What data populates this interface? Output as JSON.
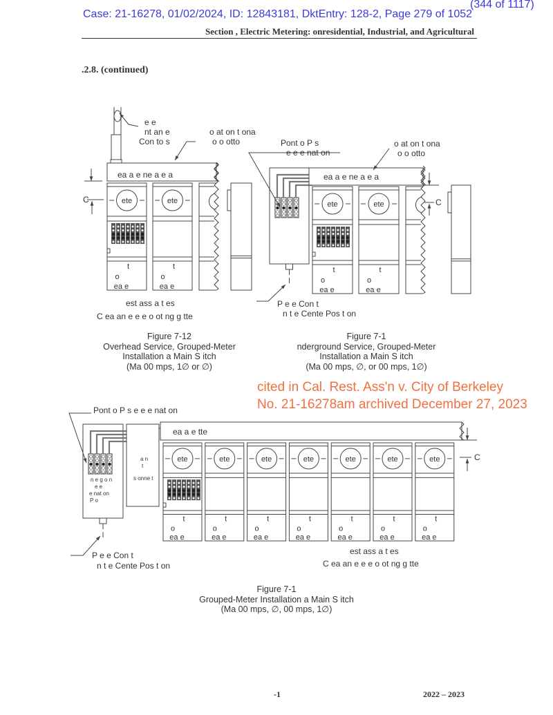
{
  "header": {
    "case_line": "Case: 21-16278, 01/02/2024, ID: 12843181, DktEntry: 128-2, Page 279 of 1052",
    "page_count": "(344 of 1117)",
    "section_title": "Section   , Electric Metering:    onresidential, Industrial, and Agricultural"
  },
  "section_heading": ".2.8. (continued)",
  "panel_labels": {
    "meter": "ete",
    "t": "t",
    "o": "o",
    "ea": "ea  e"
  },
  "figure_a": {
    "labels": {
      "weatherhead_1": "e      e",
      "weatherhead_2": "nt an  e",
      "weatherhead_3": "Con      to s",
      "location_1": "o  at on      t ona",
      "location_2": "o   o    otto",
      "header_bar": "ea a   e    ne    a  e  a",
      "c_mark": "C",
      "test_1": "est        ass    a    t es",
      "test_2": "C ea an e  e       e    o      ot        ng g  tte"
    },
    "caption": {
      "number": "Figure 7-12",
      "line1": "Overhead Service, Grouped-Meter",
      "line2": "Installation               a Main S   itch",
      "line3": "(Ma       00    mps, 1∅ or    ∅)"
    }
  },
  "figure_b": {
    "labels": {
      "pull_1": "Pont o  P        s",
      "pull_2": "e      e   e     nat on",
      "location_1": "o  at on      t ona",
      "location_2": "o   o    otto",
      "header_bar": "ea a   e    ne    a  e  a",
      "c_mark": "C",
      "conduit_1": "P          e     e Con    t",
      "conduit_2": "n t  e Cente  Pos t on"
    },
    "caption": {
      "number": "Figure 7-1",
      "line1": "nderground Service, Grouped-Meter",
      "line2": "Installation               a Main S   itch",
      "line3": "(Ma       00    mps,    ∅, or   00    mps, 1∅)"
    }
  },
  "figure_c": {
    "labels": {
      "pull_1": "Pont o  P         s   e       e   e       nat on",
      "header_bar": "ea a    e         tte",
      "c_mark": "C",
      "disconnect_1": "a n",
      "disconnect_2": "t",
      "disconnect_3": "s  onne  t",
      "pullbox_1": "n e g o n",
      "pullbox_2": "e     e",
      "pullbox_3": "e     nat on",
      "pullbox_4": "P       o",
      "conduit_1": "P          e      e Con    t",
      "conduit_2": "n t  e Cente  Pos t on",
      "test_1": "est        ass    a    t es",
      "test_2": "C ea an e  e       e    o      ot        ng g  tte"
    },
    "caption": {
      "number": "Figure 7-1",
      "line1": "Grouped-Meter Installation          a Main S   itch",
      "line2": "(Ma       00    mps,    ∅,    00    mps, 1∅)"
    }
  },
  "watermark": {
    "line1": "cited in Cal. Rest. Ass'n v. City of Berkeley",
    "line2": "No. 21-16278am archived December 27, 2023"
  },
  "footer": {
    "page": "-1",
    "year": "2022 – 2023"
  }
}
